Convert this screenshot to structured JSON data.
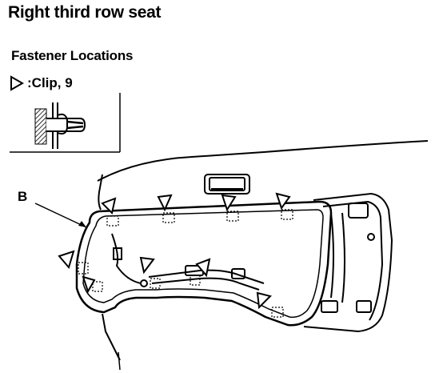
{
  "header": {
    "title": "Right third row seat",
    "subtitle": "Fastener Locations"
  },
  "legend": {
    "separator": ": ",
    "text": "Clip, 9",
    "symbol": "hollow-triangle-icon"
  },
  "diagram": {
    "callout_label": "B",
    "clip_count": 9
  }
}
